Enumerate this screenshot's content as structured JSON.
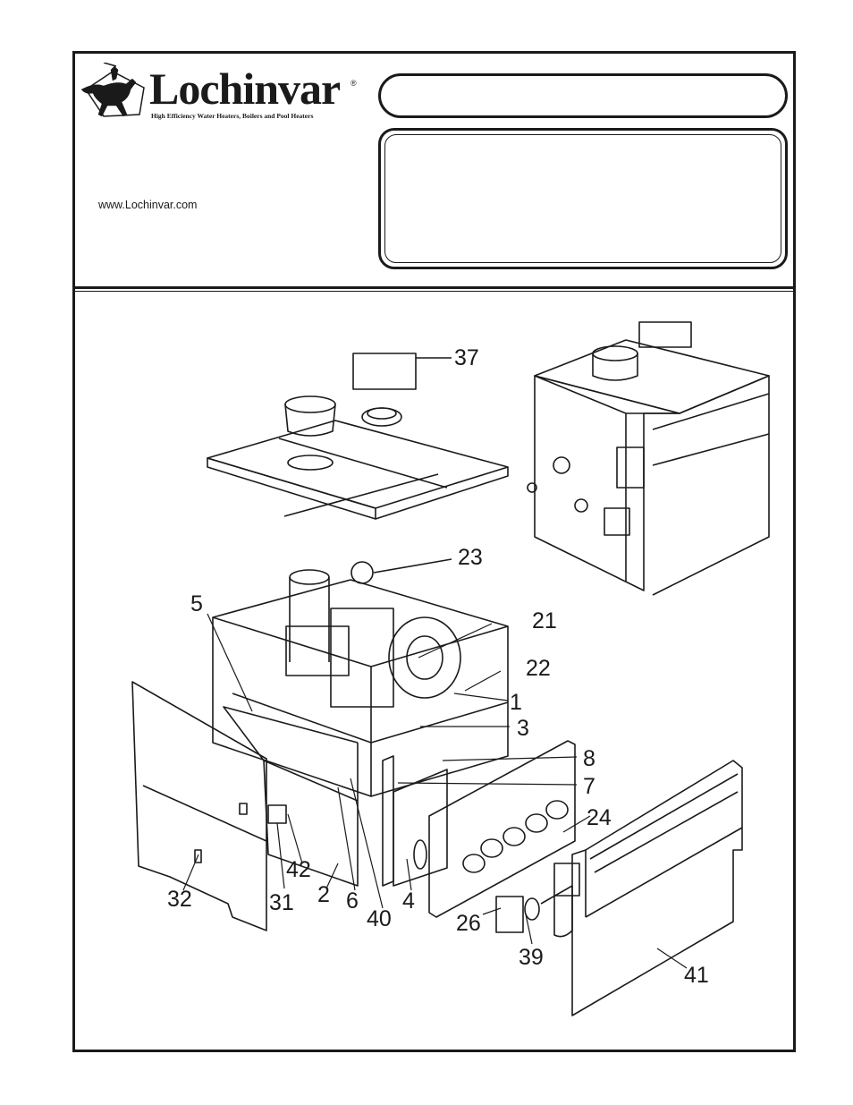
{
  "header": {
    "brand": "Lochinvar",
    "registered_mark": "®",
    "tagline": "High Efficiency Water Heaters, Boilers and Pool Heaters",
    "website": "www.Lochinvar.com",
    "title_box": "",
    "info_box": ""
  },
  "callouts": [
    {
      "id": "37",
      "label": "37"
    },
    {
      "id": "23",
      "label": "23"
    },
    {
      "id": "5",
      "label": "5"
    },
    {
      "id": "21",
      "label": "21"
    },
    {
      "id": "22",
      "label": "22"
    },
    {
      "id": "1",
      "label": "1"
    },
    {
      "id": "3",
      "label": "3"
    },
    {
      "id": "8",
      "label": "8"
    },
    {
      "id": "7",
      "label": "7"
    },
    {
      "id": "24",
      "label": "24"
    },
    {
      "id": "42",
      "label": "42"
    },
    {
      "id": "32",
      "label": "32"
    },
    {
      "id": "31",
      "label": "31"
    },
    {
      "id": "2",
      "label": "2"
    },
    {
      "id": "6",
      "label": "6"
    },
    {
      "id": "40",
      "label": "40"
    },
    {
      "id": "4",
      "label": "4"
    },
    {
      "id": "26",
      "label": "26"
    },
    {
      "id": "39",
      "label": "39"
    },
    {
      "id": "41",
      "label": "41"
    }
  ],
  "colors": {
    "ink": "#1a1a1a",
    "paper": "#ffffff"
  }
}
